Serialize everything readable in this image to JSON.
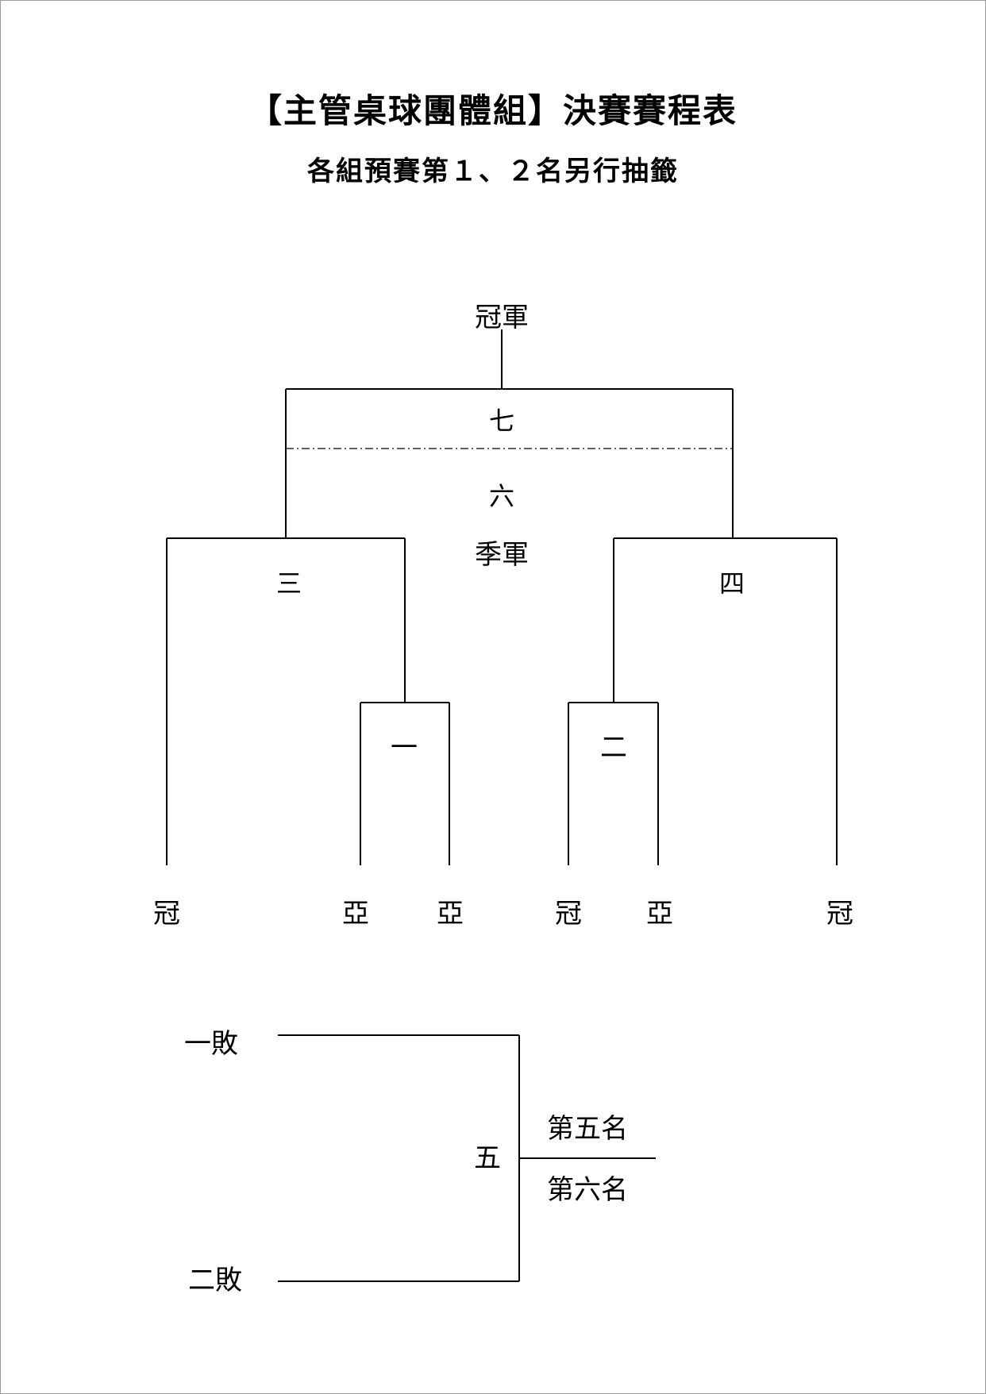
{
  "header": {
    "title": "【主管桌球團體組】決賽賽程表",
    "subtitle": "各組預賽第１、２名另行抽籤"
  },
  "bracket": {
    "champion_label": "冠軍",
    "third_place_label": "季軍",
    "match_numbers": {
      "m1": "一",
      "m2": "二",
      "m3": "三",
      "m4": "四",
      "m6": "六",
      "m7": "七"
    },
    "seeds": [
      "冠",
      "亞",
      "亞",
      "冠",
      "亞",
      "冠"
    ]
  },
  "placement": {
    "loser_1": "一敗",
    "loser_2": "二敗",
    "match_number": "五",
    "fifth_place": "第五名",
    "sixth_place": "第六名"
  }
}
